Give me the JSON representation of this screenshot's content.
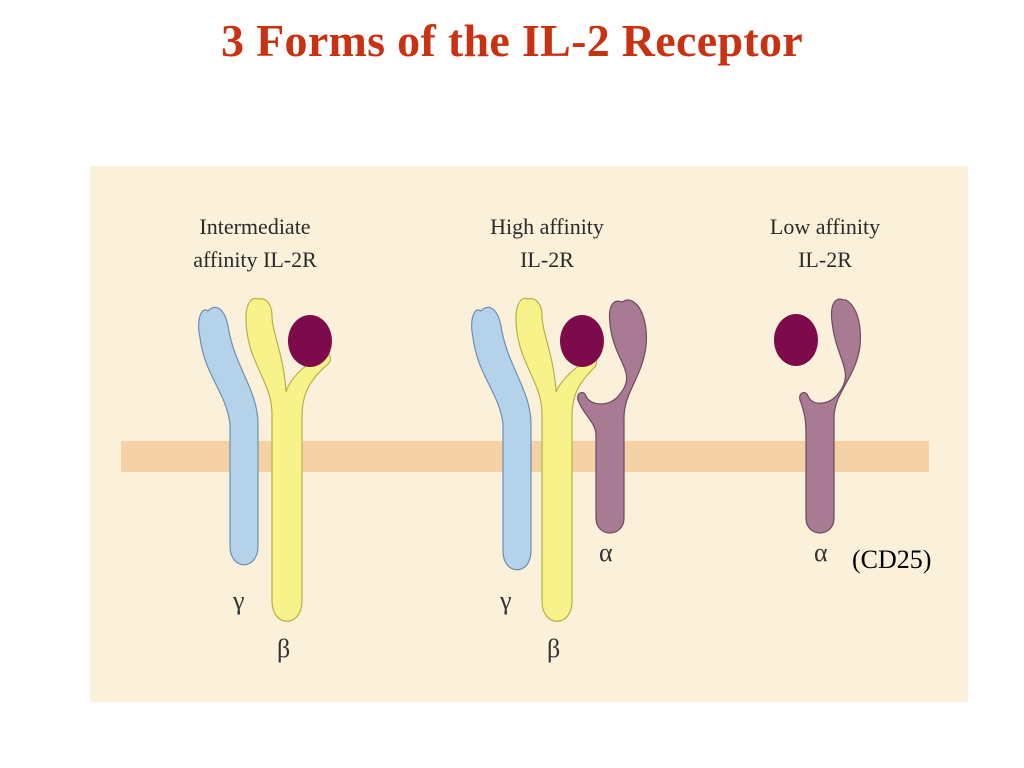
{
  "title": "3 Forms of the IL-2 Receptor",
  "receptors": {
    "intermediate": {
      "line1": "Intermediate",
      "line2": "affinity IL-2R"
    },
    "high": {
      "line1": "High affinity",
      "line2": "IL-2R"
    },
    "low": {
      "line1": "Low affinity",
      "line2": "IL-2R"
    }
  },
  "chain_labels": {
    "gamma": "γ",
    "beta": "β",
    "alpha": "α"
  },
  "cd25_note": "(CD25)",
  "colors": {
    "title": "#c83212",
    "panel_background": "#fbf1da",
    "membrane": "#f5d2a6",
    "gamma_chain": "#b4d2ea",
    "beta_chain": "#f7f38a",
    "alpha_chain": "#a87a93",
    "il2_ligand": "#7d0a4a"
  }
}
